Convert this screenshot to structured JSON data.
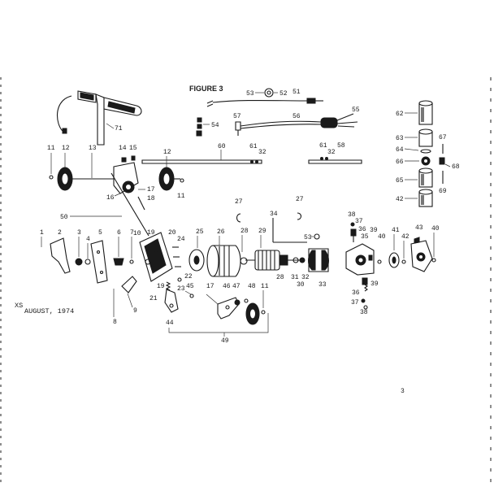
{
  "figure_title": "FIGURE 3",
  "footer_code": "XS",
  "footer_date": "AUGUST, 1974",
  "page_mark": "3",
  "labels": {
    "n1": "1",
    "n2": "2",
    "n3": "3",
    "n4": "4",
    "n5": "5",
    "n6": "6",
    "n7": "7",
    "n8": "8",
    "n9": "9",
    "n10": "10",
    "n11a": "11",
    "n11b": "11",
    "n11c": "11",
    "n12a": "12",
    "n12b": "12",
    "n13": "13",
    "n14": "14",
    "n15": "15",
    "n16": "16",
    "n17a": "17",
    "n17b": "17",
    "n18": "18",
    "n19a": "19",
    "n19b": "19",
    "n20": "20",
    "n21": "21",
    "n22": "22",
    "n23": "23",
    "n24": "24",
    "n25": "25",
    "n26": "26",
    "n27a": "27",
    "n27b": "27",
    "n28a": "28",
    "n28b": "28",
    "n29": "29",
    "n30": "30",
    "n31": "31",
    "n32a": "32",
    "n32b": "32",
    "n32c": "32",
    "n33": "33",
    "n34": "34",
    "n35": "35",
    "n36a": "36",
    "n36b": "36",
    "n37a": "37",
    "n37b": "37",
    "n38a": "38",
    "n38b": "38",
    "n39a": "39",
    "n39b": "39",
    "n40a": "40",
    "n40b": "40",
    "n41": "41",
    "n42a": "42",
    "n42b": "42",
    "n43": "43",
    "n44": "44",
    "n45": "45",
    "n46": "46",
    "n47": "47",
    "n48": "48",
    "n49": "49",
    "n50": "50",
    "n51": "51",
    "n52": "52",
    "n53a": "53",
    "n53b": "53",
    "n54": "54",
    "n55": "55",
    "n56": "56",
    "n57": "57",
    "n58": "58",
    "n60": "60",
    "n61a": "61",
    "n61b": "61",
    "n62": "62",
    "n63": "63",
    "n64": "64",
    "n65": "65",
    "n66": "66",
    "n67": "67",
    "n68": "68",
    "n69": "69",
    "n71": "71"
  }
}
